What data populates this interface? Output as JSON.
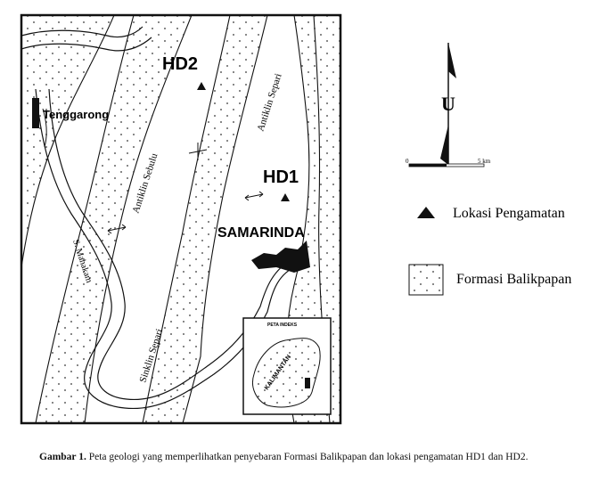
{
  "map": {
    "places": {
      "hd2": "HD2",
      "hd1": "HD1",
      "tenggarong": "Tenggarong",
      "samarinda": "SAMARINDA"
    },
    "structures": {
      "antiklin_sebulu": "Antiklin Sebulu",
      "antiklin_separi": "Antiklin Separi",
      "sinklin_separi": "Sinklin Separi",
      "river": "S. Mahakam"
    },
    "inset": {
      "title": "PETA INDEKS",
      "island": "KALIMANTAN"
    },
    "north_arrow": {
      "label": "U"
    },
    "scale_bar": {
      "start": "0",
      "end": "5 km"
    }
  },
  "legend": {
    "items": [
      {
        "label": "Lokasi Pengamatan",
        "symbol": "triangle-icon"
      },
      {
        "label": "Formasi Balikpapan",
        "symbol": "stippled-box-icon"
      }
    ]
  },
  "caption": {
    "label": "Gambar 1.",
    "text": "Peta geologi yang memperlihatkan penyebaran Formasi Balikpapan dan lokasi pengamatan HD1 dan HD2."
  }
}
